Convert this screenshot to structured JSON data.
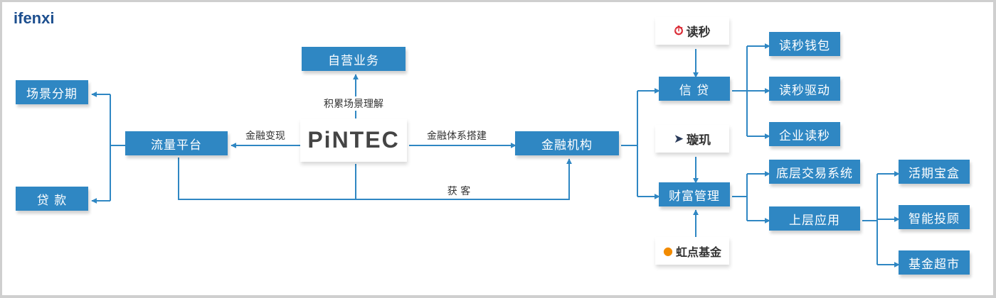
{
  "brand": "ifenxi",
  "center": {
    "logo": "PiNTEC"
  },
  "boxes": {
    "ziying": "自营业务",
    "changjing": "场景分期",
    "daikuan": "贷 款",
    "liuliang": "流量平台",
    "jinrong": "金融机构",
    "xindai": "信 贷",
    "caifu": "财富管理",
    "qianbao": "读秒钱包",
    "qudong": "读秒驱动",
    "qiye": "企业读秒",
    "diceng": "底层交易系统",
    "shangceng": "上层应用",
    "huoqi": "活期宝盒",
    "zhineng": "智能投顾",
    "jijin": "基金超市"
  },
  "logos": {
    "dumiao": "读秒",
    "xuanji": "璇玑",
    "hongdian": "虹点基金"
  },
  "labels": {
    "jilei": "积累场景理解",
    "bianxian": "金融变现",
    "tixi": "金融体系搭建",
    "huoke": "获 客"
  },
  "colors": {
    "accent": "#2f87c3",
    "pintec_red": "#d9232e"
  }
}
